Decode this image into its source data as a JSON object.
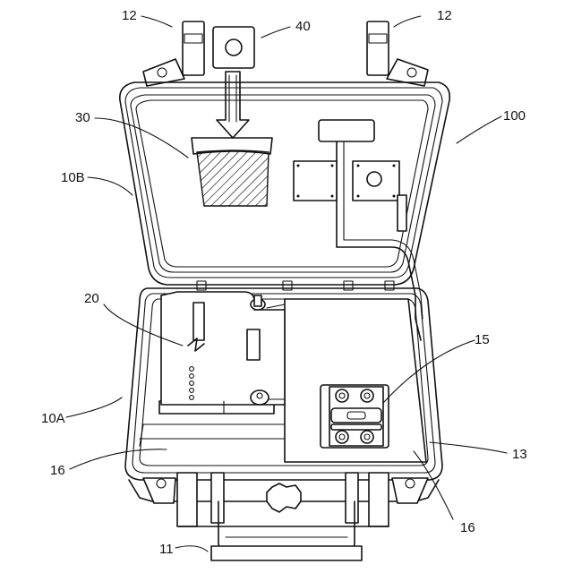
{
  "figure": {
    "labels": {
      "case": "100",
      "latch_left": "12",
      "latch_right": "12",
      "lid": "10B",
      "base": "10A",
      "handle": "11",
      "sticker": "40",
      "pocket": "30",
      "device": "20",
      "connector": "15",
      "panel": "13",
      "foam_left": "16",
      "foam_right": "16"
    }
  }
}
